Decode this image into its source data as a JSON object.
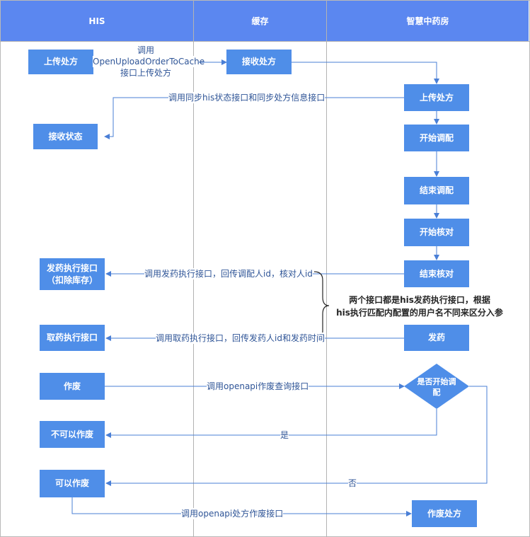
{
  "lanes": {
    "his": "HIS",
    "cache": "缓存",
    "pharmacy": "智慧中药房"
  },
  "nodes": {
    "upload_rx_his": "上传处方",
    "receive_rx_cache": "接收处方",
    "upload_rx_pharmacy": "上传处方",
    "receive_status": "接收状态",
    "start_dispense": "开始调配",
    "end_dispense": "结束调配",
    "start_check": "开始核对",
    "end_check": "结束核对",
    "dispense_exec_line1": "发药执行接口",
    "dispense_exec_line2": "（扣除库存）",
    "send_medicine": "发药",
    "take_exec": "取药执行接口",
    "void": "作废",
    "decision": "是否开始调配",
    "cannot_void": "不可以作废",
    "can_void": "可以作废",
    "void_rx": "作废处方"
  },
  "labels": {
    "call_upload_line1": "调用",
    "call_upload_line2": "OpenUploadOrderToCache",
    "call_upload_line3": "接口上传处方",
    "sync_status": "调用同步his状态接口和同步处方信息接口",
    "dispense_call": "调用发药执行接口，回传调配人id，核对人id",
    "take_call": "调用取药执行接口，回传发药人id和发药时间",
    "void_query": "调用openapi作废查询接口",
    "yes": "是",
    "no": "否",
    "void_rx_call": "调用openapi处方作废接口"
  },
  "note": {
    "line1": "两个接口都是his发药执行接口，根据",
    "line2": "his执行匹配内配置的用户名不同来区分入参"
  },
  "colors": {
    "header": "#5b87f0",
    "box": "#4f8ee8",
    "line": "#4a7fd6",
    "label": "#2f5597"
  }
}
